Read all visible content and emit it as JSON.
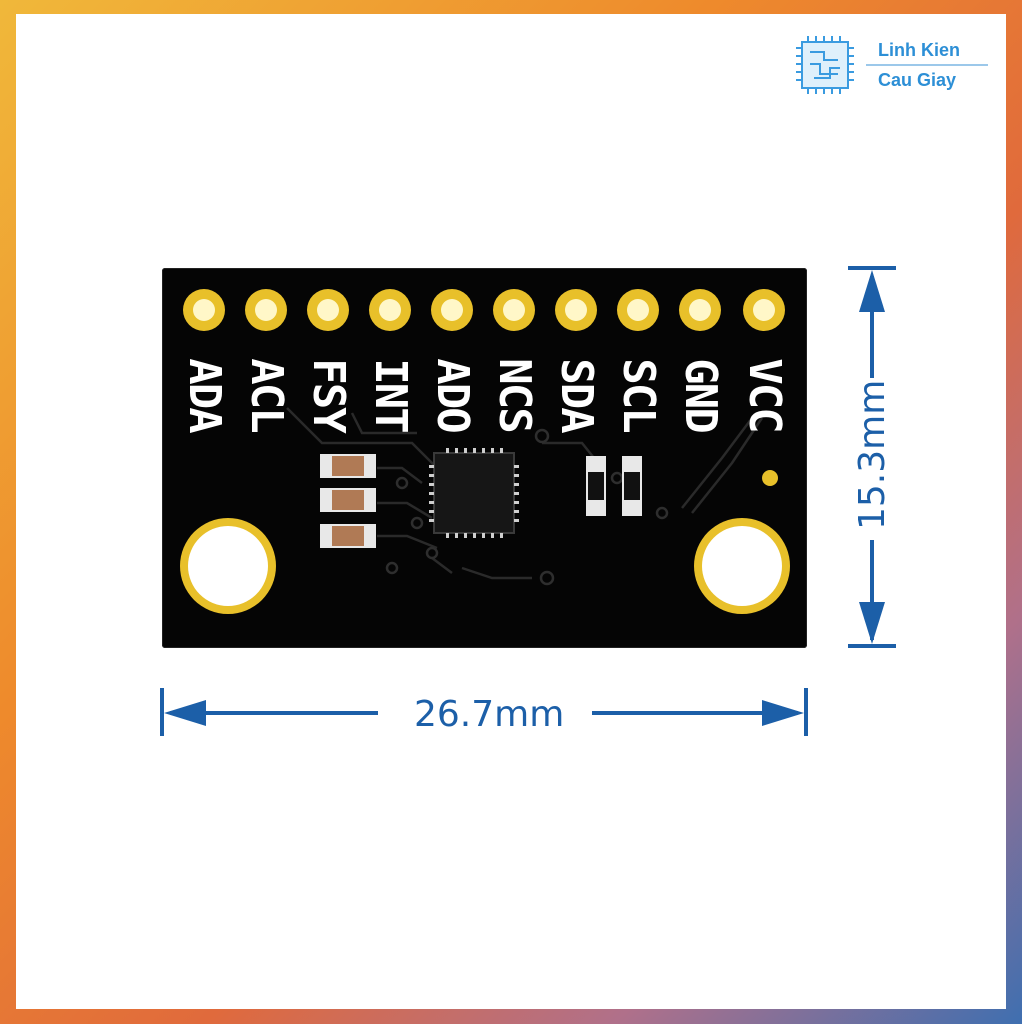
{
  "logo": {
    "line1": "Linh Kien",
    "line2": "Cau Giay",
    "icon": "chip-icon"
  },
  "pins": [
    "ADA",
    "ACL",
    "FSY",
    "INT",
    "ADO",
    "NCS",
    "SDA",
    "SCL",
    "GND",
    "VCC"
  ],
  "dimensions": {
    "width": "26.7mm",
    "height": "15.3mm"
  },
  "colors": {
    "dimension": "#1c5fa8",
    "gold": "#e8c02a",
    "board": "#050505",
    "logo": "#2d8fd6"
  }
}
